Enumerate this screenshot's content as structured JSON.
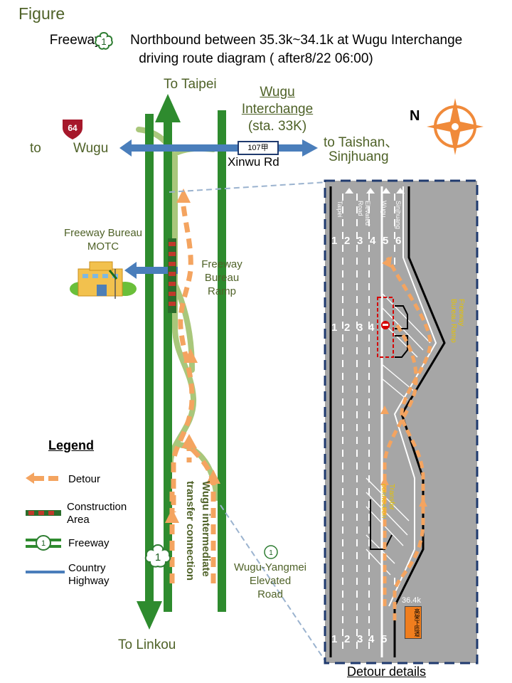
{
  "header": {
    "figure_label": "Figure",
    "title_line1_a": "Freeway",
    "title_line1_b": "Northbound between 35.3k~34.1k at Wugu Interchange",
    "title_line2": "driving route diagram ( after8/22 06:00)"
  },
  "freeway_shield": {
    "number": "1"
  },
  "highway_shield": {
    "number": "64"
  },
  "labels": {
    "to_taipei": "To Taipei",
    "to_linkou": "To Linkou",
    "to": "to",
    "wugu": "Wugu",
    "interchange_name": "Wugu",
    "interchange_word": "Interchange",
    "interchange_sta": "(sta. 33K)",
    "to_taishan": "to Taishan、",
    "sinjhuang": "Sinjhuang",
    "plate": "107甲",
    "xinwu": "Xinwu Rd",
    "bureau": "Freeway Bureau",
    "motc": "MOTC",
    "ramp": "Freeway\nBureau\nRamp",
    "wugu_inter": "Wugu intermediate",
    "transfer": "transfer connection",
    "yangmei": "Wugu-Yangmei\nElevated\nRoad",
    "yangmei_shield": "1"
  },
  "legend": {
    "title": "Legend",
    "items": [
      {
        "label": "Detour"
      },
      {
        "label": "Construction\nArea"
      },
      {
        "label": "Freeway"
      },
      {
        "label": "Country\nHighway"
      }
    ]
  },
  "detail": {
    "title": "Detour  details",
    "top_lanes": [
      "Taipei",
      "Elevated Road",
      "Wugu",
      "Sinjhuang"
    ],
    "lane_numbers_top": [
      "1",
      "2",
      "3",
      "4",
      "5",
      "6"
    ],
    "lane_numbers_mid": [
      "1",
      "2",
      "3",
      "4"
    ],
    "lane_numbers_bottom": [
      "1",
      "2",
      "3",
      "4",
      "5"
    ],
    "ramp_label": "Freeway\nBureau Ramp",
    "transfer_label": "Transfer\nconnection",
    "km": "36.4k",
    "sign_text": "高架下匝道"
  },
  "compass": {
    "north": "N"
  },
  "colors": {
    "freeway_green": "#2e8b2e",
    "ramp_green": "#a9c77b",
    "highway_blue": "#4a7ebb",
    "detour_orange": "#f4a460",
    "detail_gray": "#a6a6a6",
    "navy_dash": "#1f3a6e"
  }
}
